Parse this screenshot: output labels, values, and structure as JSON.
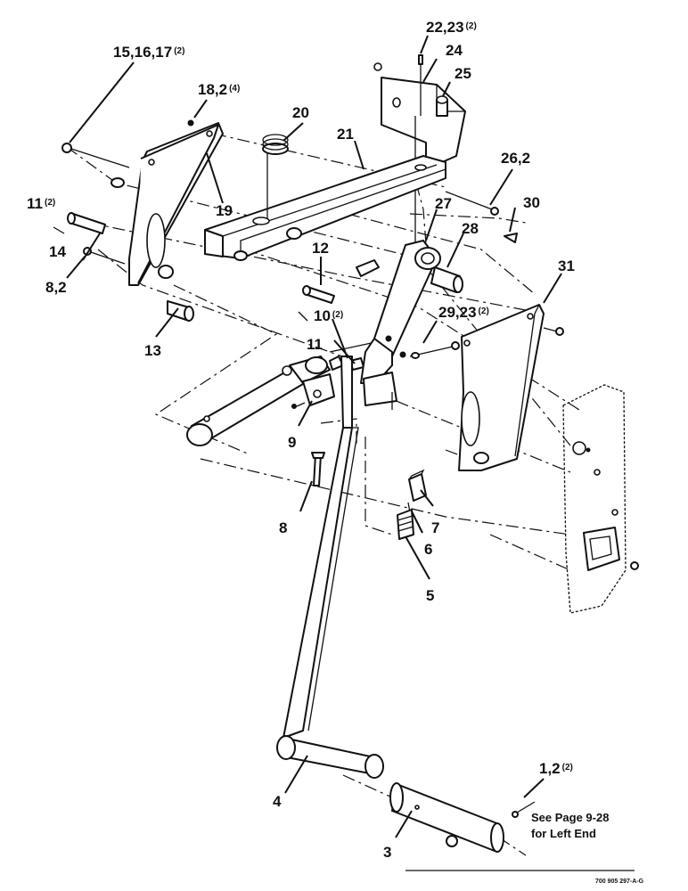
{
  "callouts": [
    {
      "id": "c-15-16-17",
      "text": "15,16,17",
      "qty": "(2)"
    },
    {
      "id": "c-18-2",
      "text": "18,2",
      "qty": "(4)"
    },
    {
      "id": "c-20",
      "text": "20",
      "qty": ""
    },
    {
      "id": "c-22-23",
      "text": "22,23",
      "qty": "(2)"
    },
    {
      "id": "c-24",
      "text": "24",
      "qty": ""
    },
    {
      "id": "c-25",
      "text": "25",
      "qty": ""
    },
    {
      "id": "c-21",
      "text": "21",
      "qty": ""
    },
    {
      "id": "c-26-2",
      "text": "26,2",
      "qty": ""
    },
    {
      "id": "c-19",
      "text": "19",
      "qty": ""
    },
    {
      "id": "c-11-top",
      "text": "11",
      "qty": "(2)"
    },
    {
      "id": "c-27",
      "text": "27",
      "qty": ""
    },
    {
      "id": "c-30",
      "text": "30",
      "qty": ""
    },
    {
      "id": "c-28",
      "text": "28",
      "qty": ""
    },
    {
      "id": "c-14",
      "text": "14",
      "qty": ""
    },
    {
      "id": "c-12",
      "text": "12",
      "qty": ""
    },
    {
      "id": "c-31",
      "text": "31",
      "qty": ""
    },
    {
      "id": "c-8-2",
      "text": "8,2",
      "qty": ""
    },
    {
      "id": "c-10",
      "text": "10",
      "qty": "(2)"
    },
    {
      "id": "c-29-23",
      "text": "29,23",
      "qty": "(2)"
    },
    {
      "id": "c-11",
      "text": "11",
      "qty": ""
    },
    {
      "id": "c-13",
      "text": "13",
      "qty": ""
    },
    {
      "id": "c-9",
      "text": "9",
      "qty": ""
    },
    {
      "id": "c-7",
      "text": "7",
      "qty": ""
    },
    {
      "id": "c-8",
      "text": "8",
      "qty": ""
    },
    {
      "id": "c-6",
      "text": "6",
      "qty": ""
    },
    {
      "id": "c-5",
      "text": "5",
      "qty": ""
    },
    {
      "id": "c-1-2",
      "text": "1,2",
      "qty": "(2)"
    },
    {
      "id": "c-4",
      "text": "4",
      "qty": ""
    },
    {
      "id": "c-3",
      "text": "3",
      "qty": ""
    }
  ],
  "note": {
    "line1": "See Page 9-28",
    "line2": "for Left End"
  },
  "drawing_number": "700 905 297-A-G"
}
